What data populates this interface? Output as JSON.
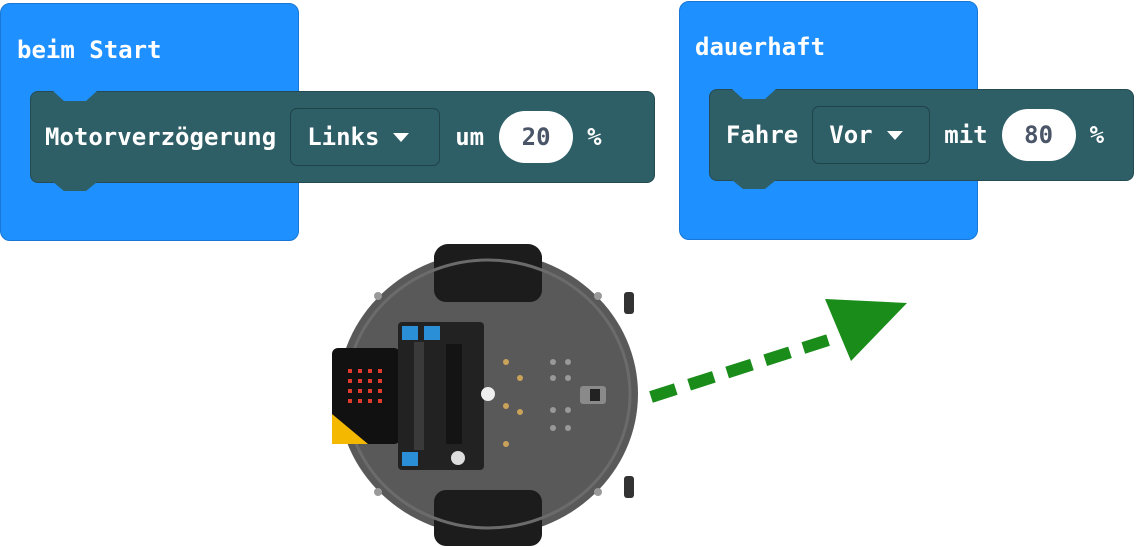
{
  "block_start": {
    "hat_label": "beim Start",
    "statement": {
      "label": "Motorverzögerung",
      "dropdown_value": "Links",
      "connector": "um",
      "number_value": "20",
      "unit": "%"
    }
  },
  "block_forever": {
    "hat_label": "dauerhaft",
    "statement": {
      "label": "Fahre",
      "dropdown_value": "Vor",
      "connector": "mit",
      "number_value": "80",
      "unit": "%"
    }
  },
  "colors": {
    "hat": "#1e90ff",
    "statement": "#2e5e66",
    "arrow": "#1a8c1a"
  },
  "icons": [
    "robot-image",
    "direction-arrow-icon",
    "dropdown-triangle-icon"
  ]
}
